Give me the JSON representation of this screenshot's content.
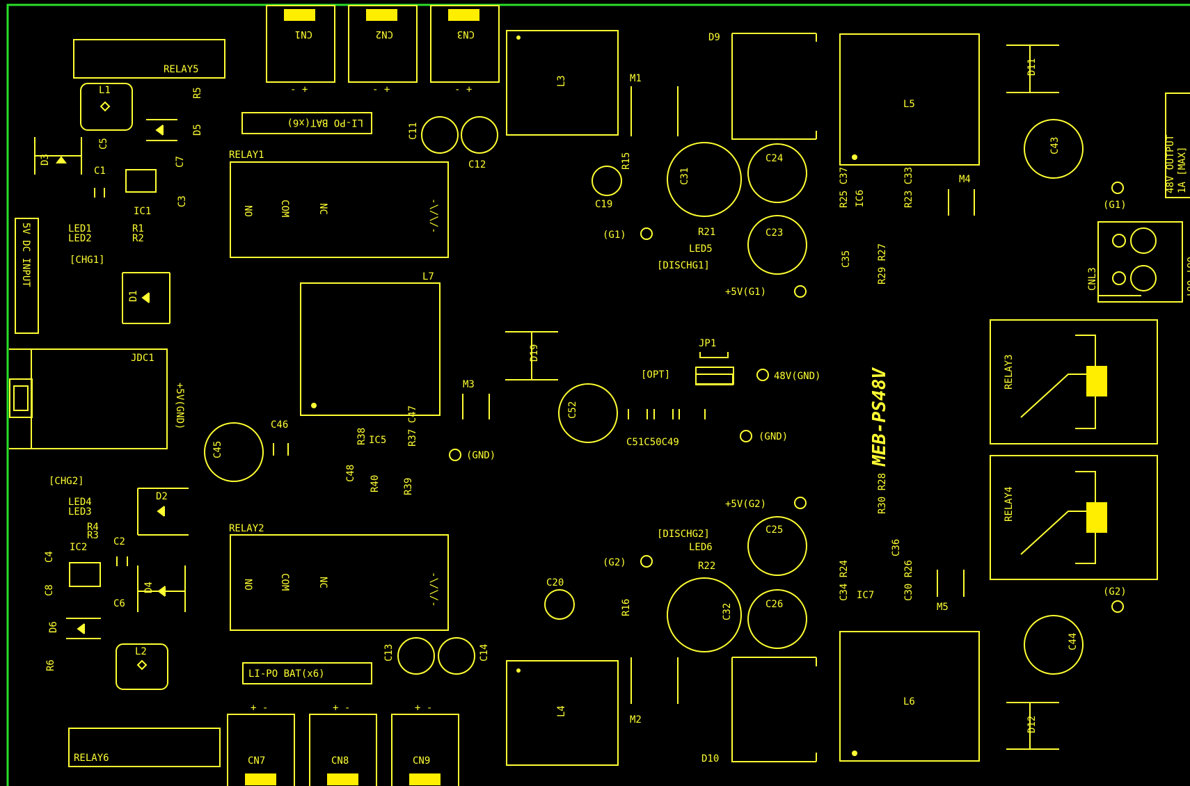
{
  "colors": {
    "background": "#000000",
    "silk": "#ffff33",
    "pad": "#ffee00",
    "border": "#2adf2a"
  },
  "board": {
    "title": "MEB-PS48V",
    "power_label": "5V DC INPUT",
    "output_label_line1": "48V OUTPUT",
    "output_label_line2": "1A [MAX]",
    "out_terminal_label": "OUT  OUT"
  },
  "labels": {
    "relay5": "RELAY5",
    "relay6": "RELAY6",
    "relay1": "RELAY1",
    "relay2": "RELAY2",
    "relay3": "RELAY3",
    "relay4": "RELAY4",
    "bat_top": "LI-PO BAT(x6)",
    "bat_bottom": "LI-PO BAT(x6)",
    "cn1": "CN1",
    "cn2": "CN2",
    "cn3": "CN3",
    "cn7": "CN7",
    "cn8": "CN8",
    "cn9": "CN9",
    "polarity_top": "- +",
    "polarity_bottom": "+ -",
    "no": "NO",
    "com": "COM",
    "nc": "NC",
    "coil": "-\\/\\/-",
    "l1": "L1",
    "l2": "L2",
    "l3": "L3",
    "l4": "L4",
    "l5": "L5",
    "l6": "L6",
    "l7": "L7",
    "d1": "D1",
    "d2": "D2",
    "d3": "D3",
    "d4": "D4",
    "d5": "D5",
    "d6": "D6",
    "d9": "D9",
    "d10": "D10",
    "d11": "D11",
    "d12": "D12",
    "d19": "D19",
    "c1": "C1",
    "c2": "C2",
    "c3": "C3",
    "c4": "C4",
    "c5": "C5",
    "c6": "C6",
    "c7": "C7",
    "c8": "C8",
    "c11": "C11",
    "c12": "C12",
    "c13": "C13",
    "c14": "C14",
    "c19": "C19",
    "c20": "C20",
    "c23": "C23",
    "c24": "C24",
    "c25": "C25",
    "c26": "C26",
    "c31": "C31",
    "c32": "C32",
    "c43": "C43",
    "c44": "C44",
    "c45": "C45",
    "c46": "C46",
    "c48": "C48",
    "c52": "C52",
    "c51c50c49": "C51C50C49",
    "ic1": "IC1",
    "ic2": "IC2",
    "ic5": "IC5",
    "ic6": "IC6",
    "ic7": "IC7",
    "r1": "R1",
    "r2": "R2",
    "r3": "R3",
    "r4": "R4",
    "r5": "R5",
    "r6": "R6",
    "r15": "R15",
    "r16": "R16",
    "r21": "R21",
    "r22": "R22",
    "r38": "R38",
    "r40": "R40",
    "r39": "R39",
    "r37c47": "R37 C47",
    "r25c37": "R25 C37",
    "r23c33": "R23 C33",
    "r29r27": "R29 R27",
    "c35": "C35",
    "r30r28": "R30 R28",
    "c36": "C36",
    "c34r24": "C34 R24",
    "c30r26": "C30 R26",
    "led1": "LED1",
    "led2": "LED2",
    "led3": "LED3",
    "led4": "LED4",
    "led5": "LED5",
    "led6": "LED6",
    "chg1": "[CHG1]",
    "chg2": "[CHG2]",
    "dischg1": "[DISCHG1]",
    "dischg2": "[DISCHG2]",
    "jdc1": "JDC1",
    "plus5v_gnd": "+5V(GND)",
    "m1": "M1",
    "m2": "M2",
    "m3": "M3",
    "m4": "M4",
    "m5": "M5",
    "jp1": "JP1",
    "opt": "[OPT]",
    "g1_left": "(G1)",
    "g2_left": "(G2)",
    "g1_right": "(G1)",
    "g2_right": "(G2)",
    "v5g1": "+5V(G1)",
    "v5g2": "+5V(G2)",
    "v48gnd": "48V(GND)",
    "gnd_mid": "(GND)",
    "gnd_left": "(GND)",
    "cnl3": "CNL3"
  }
}
